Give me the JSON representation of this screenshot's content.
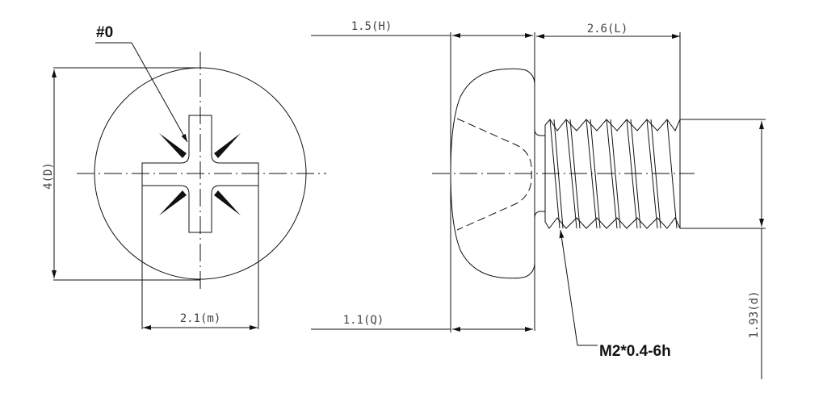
{
  "labels": {
    "drive": "#0",
    "head_diameter": "4(D)",
    "recess_width": "2.1(m)",
    "head_height": "1.5(H)",
    "length": "2.6(L)",
    "q_dim": "1.1(Q)",
    "thread_diameter": "1.93(d)",
    "thread_spec": "M2*0.4-6h"
  }
}
